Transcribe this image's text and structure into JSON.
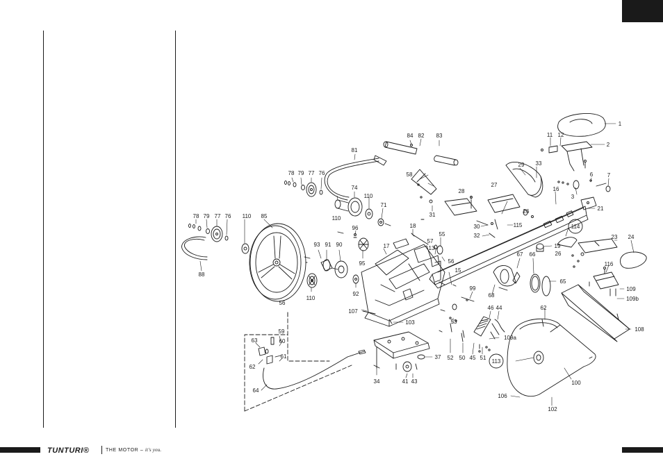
{
  "footer": {
    "brand": "TUNTURI®",
    "slogan_prefix": "THE MOTOR – ",
    "slogan_suffix": "it's you."
  },
  "diagram": {
    "callouts": [
      {
        "label": "1"
      },
      {
        "label": "2"
      },
      {
        "label": "3"
      },
      {
        "label": "6"
      },
      {
        "label": "7"
      },
      {
        "label": "11"
      },
      {
        "label": "12"
      },
      {
        "label": "13"
      },
      {
        "label": "15"
      },
      {
        "label": "16"
      },
      {
        "label": "17"
      },
      {
        "label": "18"
      },
      {
        "label": "19"
      },
      {
        "label": "21"
      },
      {
        "label": "23"
      },
      {
        "label": "24"
      },
      {
        "label": "26"
      },
      {
        "label": "26"
      },
      {
        "label": "27"
      },
      {
        "label": "28"
      },
      {
        "label": "29"
      },
      {
        "label": "30"
      },
      {
        "label": "31"
      },
      {
        "label": "32"
      },
      {
        "label": "33"
      },
      {
        "label": "34"
      },
      {
        "label": "37"
      },
      {
        "label": "41"
      },
      {
        "label": "43"
      },
      {
        "label": "44"
      },
      {
        "label": "45"
      },
      {
        "label": "46"
      },
      {
        "label": "50"
      },
      {
        "label": "51"
      },
      {
        "label": "52"
      },
      {
        "label": "53"
      },
      {
        "label": "55"
      },
      {
        "label": "56"
      },
      {
        "label": "56"
      },
      {
        "label": "57"
      },
      {
        "label": "58"
      },
      {
        "label": "59"
      },
      {
        "label": "60"
      },
      {
        "label": "61"
      },
      {
        "label": "62"
      },
      {
        "label": "62"
      },
      {
        "label": "63"
      },
      {
        "label": "64"
      },
      {
        "label": "65"
      },
      {
        "label": "66"
      },
      {
        "label": "67"
      },
      {
        "label": "68"
      },
      {
        "label": "71"
      },
      {
        "label": "74"
      },
      {
        "label": "76"
      },
      {
        "label": "76"
      },
      {
        "label": "77"
      },
      {
        "label": "77"
      },
      {
        "label": "78"
      },
      {
        "label": "78"
      },
      {
        "label": "79"
      },
      {
        "label": "79"
      },
      {
        "label": "81"
      },
      {
        "label": "82"
      },
      {
        "label": "83"
      },
      {
        "label": "84"
      },
      {
        "label": "85"
      },
      {
        "label": "88"
      },
      {
        "label": "90"
      },
      {
        "label": "91"
      },
      {
        "label": "92"
      },
      {
        "label": "93"
      },
      {
        "label": "95"
      },
      {
        "label": "96"
      },
      {
        "label": "99"
      },
      {
        "label": "100"
      },
      {
        "label": "102"
      },
      {
        "label": "103"
      },
      {
        "label": "106"
      },
      {
        "label": "107"
      },
      {
        "label": "108"
      },
      {
        "label": "109"
      },
      {
        "label": "109a"
      },
      {
        "label": "109b"
      },
      {
        "label": "110"
      },
      {
        "label": "110"
      },
      {
        "label": "110"
      },
      {
        "label": "110"
      },
      {
        "label": "113"
      },
      {
        "label": "114"
      },
      {
        "label": "115"
      },
      {
        "label": "116"
      }
    ]
  }
}
